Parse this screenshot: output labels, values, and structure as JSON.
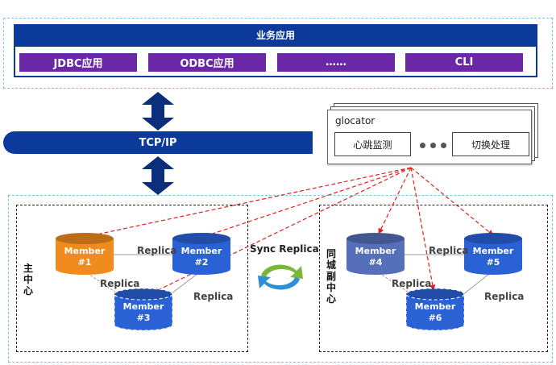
{
  "app": {
    "title": "业务应用",
    "buttons": [
      "JDBC应用",
      "ODBC应用",
      "……",
      "CLI"
    ]
  },
  "network": {
    "label": "TCP/IP"
  },
  "glocator": {
    "title": "glocator",
    "left_button": "心跳监测",
    "right_button": "切换处理"
  },
  "regions": {
    "primary": "主中心",
    "secondary": "同城副中心"
  },
  "members": [
    {
      "label": "Member",
      "id": "#1",
      "color": "#f08c1e"
    },
    {
      "label": "Member",
      "id": "#2",
      "color": "#2a62d6"
    },
    {
      "label": "Member",
      "id": "#3",
      "color": "#2a62d6"
    },
    {
      "label": "Member",
      "id": "#4",
      "color": "#5570b8"
    },
    {
      "label": "Member",
      "id": "#5",
      "color": "#2a62d6"
    },
    {
      "label": "Member",
      "id": "#6",
      "color": "#2a62d6"
    }
  ],
  "links": {
    "replica": "Replica",
    "sync_replica": "Sync Replica"
  },
  "colors": {
    "navy": "#0b3a9b",
    "purple": "#6a28a6",
    "heartbeat": "#e02020"
  }
}
